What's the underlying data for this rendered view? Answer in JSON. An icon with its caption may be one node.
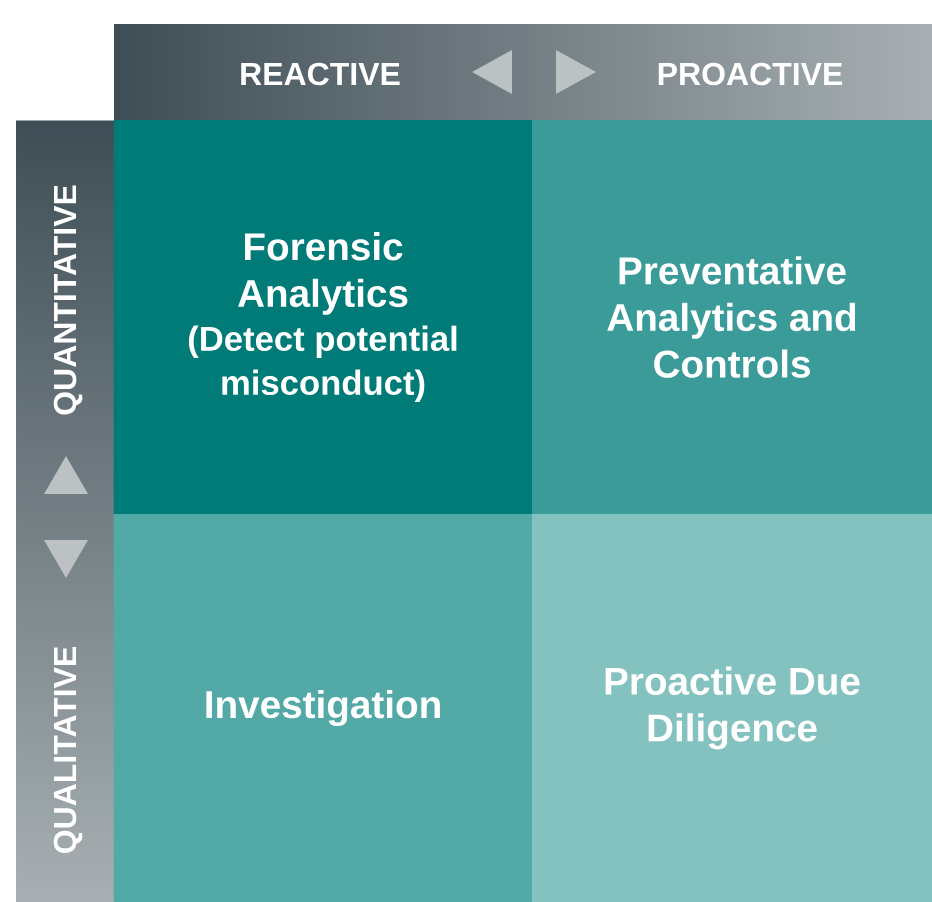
{
  "diagram": {
    "nodes": [
      {
        "text": [
          "Forensic Analytics",
          "(Detect potential misconduct)"
        ]
      },
      {
        "text": [
          "Preventative Analytics and Controls"
        ]
      },
      {
        "text": [
          "Investigation"
        ]
      },
      {
        "text": [
          "Proactive Due Diligence"
        ]
      }
    ],
    "labels": [
      "REACTIVE",
      "PROACTIVE",
      "QUANTITATIVE",
      "QUALITATIVE"
    ]
  }
}
